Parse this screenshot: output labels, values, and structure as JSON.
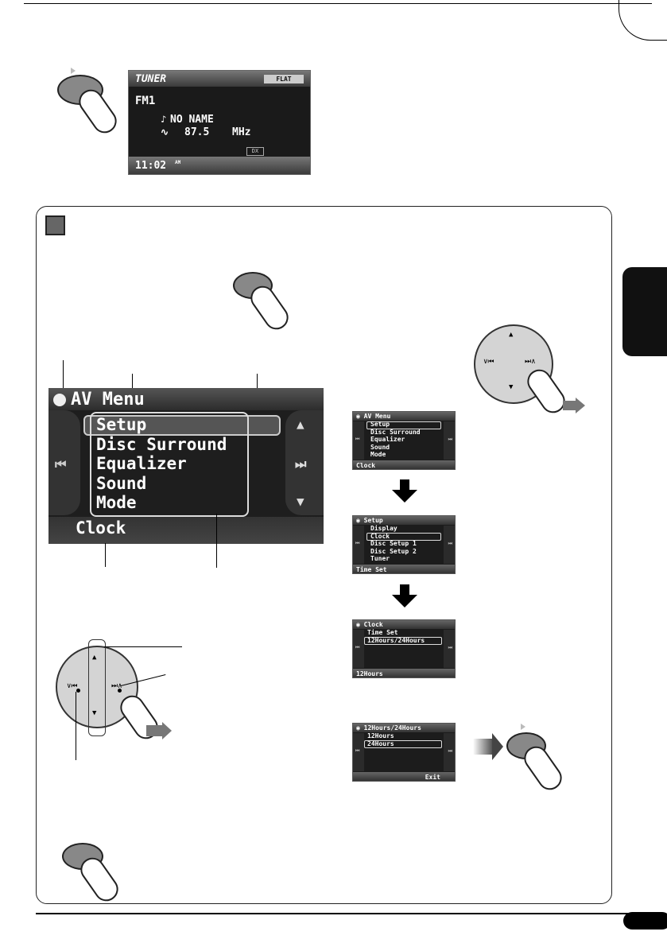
{
  "tuner_screen": {
    "title": "TUNER",
    "mode_badge": "FLAT",
    "band": "FM1",
    "station_name": "NO NAME",
    "frequency": "87.5",
    "unit": "MHz",
    "dx_label": "DX",
    "clock": "11:02",
    "clock_suffix": "AM"
  },
  "av_menu_screen": {
    "title": "AV Menu",
    "items": [
      "Setup",
      "Disc Surround",
      "Equalizer",
      "Sound",
      "Mode"
    ],
    "selected_index": 0,
    "footer": "Clock"
  },
  "step_screens": [
    {
      "title": "AV Menu",
      "items": [
        "Setup",
        "Disc Surround",
        "Equalizer",
        "Sound",
        "Mode"
      ],
      "selected_index": 0,
      "footer": "Clock",
      "footer_right": ""
    },
    {
      "title": "Setup",
      "items": [
        "Display",
        "Clock",
        "Disc Setup 1",
        "Disc Setup 2",
        "Tuner"
      ],
      "selected_index": 1,
      "footer": "Time Set",
      "footer_right": ""
    },
    {
      "title": "Clock",
      "items": [
        "Time Set",
        "12Hours/24Hours"
      ],
      "selected_index": 1,
      "footer": "12Hours",
      "footer_right": ""
    },
    {
      "title": "12Hours/24Hours",
      "items": [
        "12Hours",
        "24Hours"
      ],
      "selected_index": 1,
      "footer": "",
      "footer_right": "Exit"
    }
  ],
  "colors": {
    "lcd_bg": "#1a1a1a",
    "button_gray": "#888888",
    "tab_black": "#111111"
  }
}
